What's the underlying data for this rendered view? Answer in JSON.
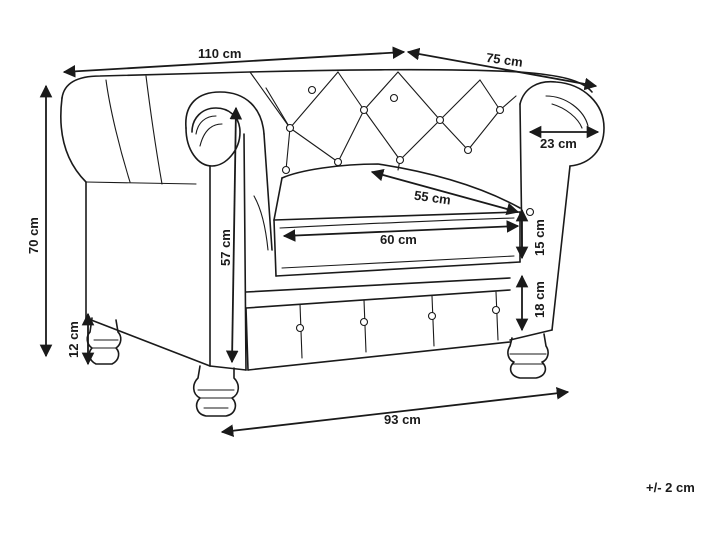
{
  "dimensions": {
    "width_top": "110 cm",
    "depth_top": "75 cm",
    "arm_width": "23 cm",
    "seat_depth": "55 cm",
    "seat_width": "60 cm",
    "cushion_height": "15 cm",
    "seat_height": "18 cm",
    "arm_height": "57 cm",
    "total_height": "70 cm",
    "leg_height": "12 cm",
    "width_bottom": "93 cm"
  },
  "tolerance": "+/- 2 cm",
  "colors": {
    "line": "#1a1a1a",
    "background": "#ffffff"
  }
}
